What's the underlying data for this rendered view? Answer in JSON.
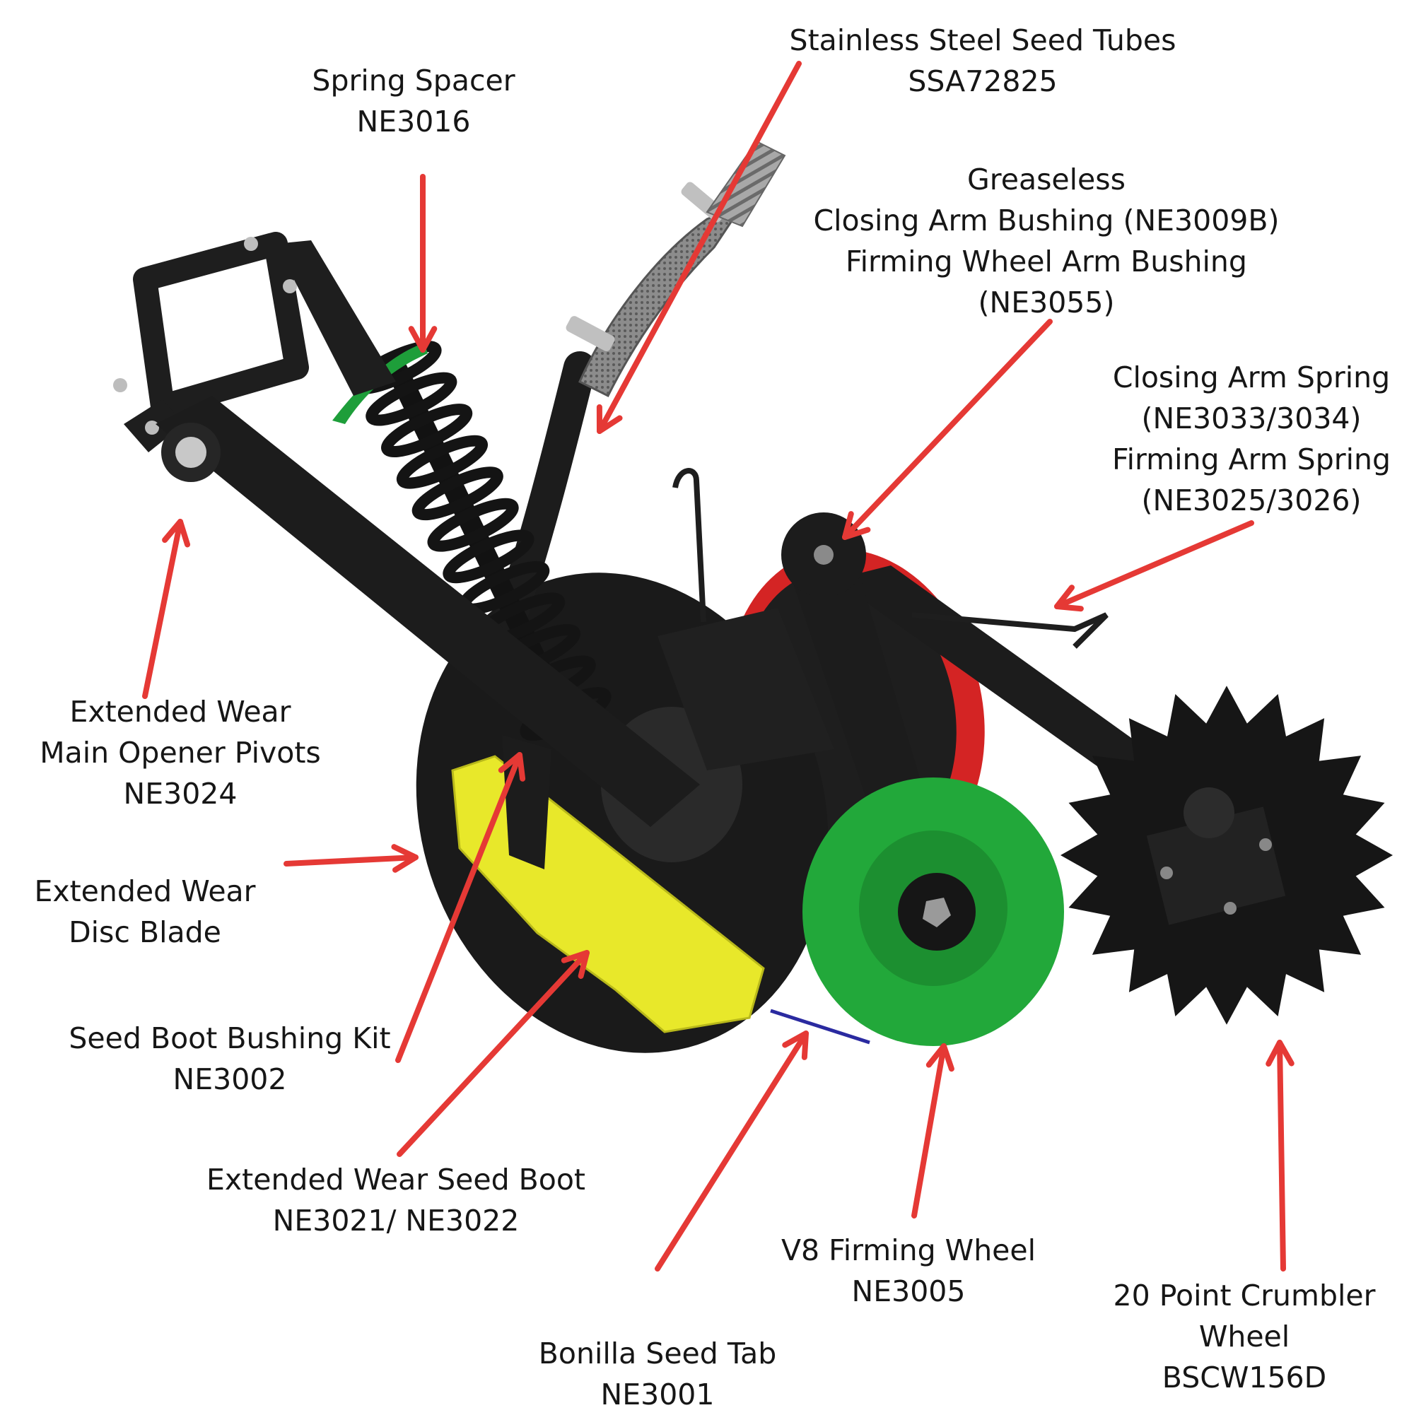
{
  "colors": {
    "arrow": "#e53935",
    "frame": "#1e1e1e",
    "frame_edge": "#3a3a3a",
    "spacer": "#1e9e3a",
    "seed_boot": "#e8e82a",
    "firming_wheel": "#22a83a",
    "red_wheel": "#d42424",
    "seed_tab": "#2a2aa0",
    "tube_metal": "#9c9c9c"
  },
  "callouts": [
    {
      "id": "seed-tubes",
      "lines": [
        "Stainless Steel Seed Tubes",
        "SSA72825"
      ]
    },
    {
      "id": "spring-spacer",
      "lines": [
        "Spring Spacer",
        "NE3016"
      ]
    },
    {
      "id": "greaseless",
      "lines": [
        "Greaseless",
        "Closing Arm Bushing (NE3009B)",
        "Firming Wheel Arm Bushing",
        "(NE3055)"
      ]
    },
    {
      "id": "closing-arm-spring",
      "lines": [
        "Closing Arm Spring",
        "(NE3033/3034)",
        "Firming Arm Spring",
        "(NE3025/3026)"
      ]
    },
    {
      "id": "main-opener-pivots",
      "lines": [
        "Extended Wear",
        "Main Opener Pivots",
        "NE3024"
      ]
    },
    {
      "id": "disc-blade",
      "lines": [
        "Extended Wear",
        "Disc Blade"
      ]
    },
    {
      "id": "seed-boot-bushing",
      "lines": [
        "Seed Boot Bushing Kit",
        "NE3002"
      ]
    },
    {
      "id": "seed-boot",
      "lines": [
        "Extended Wear Seed Boot",
        "NE3021/ NE3022"
      ]
    },
    {
      "id": "firming-wheel",
      "lines": [
        "V8 Firming Wheel",
        "NE3005"
      ]
    },
    {
      "id": "seed-tab",
      "lines": [
        "Bonilla Seed Tab",
        "NE3001"
      ]
    },
    {
      "id": "crumbler-wheel",
      "lines": [
        "20 Point Crumbler",
        "Wheel",
        "BSCW156D"
      ]
    }
  ]
}
